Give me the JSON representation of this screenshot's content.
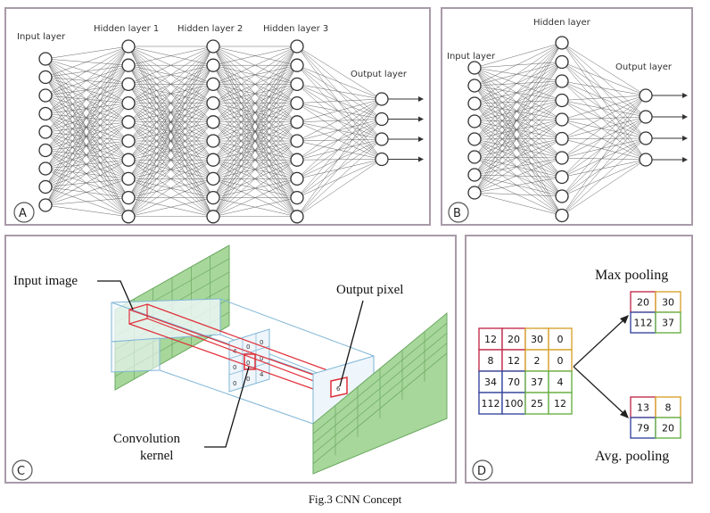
{
  "panel_a": {
    "letter": "A",
    "labels": [
      "Input layer",
      "Hidden layer 1",
      "Hidden layer 2",
      "Hidden layer 3",
      "Output layer"
    ]
  },
  "panel_b": {
    "letter": "B",
    "labels": [
      "Input layer",
      "Hidden layer",
      "Output layer"
    ]
  },
  "panel_c": {
    "letter": "C",
    "input_image_label": "Input image",
    "output_pixel_label": "Output pixel",
    "kernel_label_line1": "Convolution",
    "kernel_label_line2": "kernel",
    "kernel_values": [
      "4",
      "0",
      "0",
      "0",
      "0",
      "0",
      "0",
      "0",
      "4"
    ],
    "output_value": "6"
  },
  "panel_d": {
    "letter": "D",
    "input_grid": [
      [
        "12",
        "20",
        "30",
        "0"
      ],
      [
        "8",
        "12",
        "2",
        "0"
      ],
      [
        "34",
        "70",
        "37",
        "4"
      ],
      [
        "112",
        "100",
        "25",
        "12"
      ]
    ],
    "max_pooling_label": "Max pooling",
    "max_grid": [
      [
        "20",
        "30"
      ],
      [
        "112",
        "37"
      ]
    ],
    "avg_pooling_label": "Avg. pooling",
    "avg_grid": [
      [
        "13",
        "8"
      ],
      [
        "79",
        "20"
      ]
    ]
  },
  "caption": "Fig.3 CNN Concept",
  "colors": {
    "panel_border": "#a89aa8",
    "grid_green": "#9fd38f",
    "kernel_red": "#e0303a",
    "frame_blue": "#7fb6d6"
  }
}
